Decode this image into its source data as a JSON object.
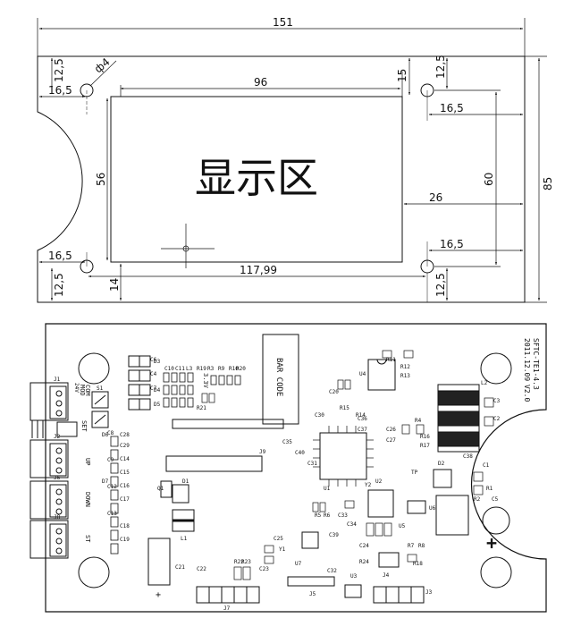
{
  "drawing": {
    "dims": {
      "width_151": "151",
      "height_85": "85",
      "top_left_125": "12,5",
      "top_left_165": "16,5",
      "hole_d4": "ф4",
      "display_96": "96",
      "display_15": "15",
      "top_right_125": "12,5",
      "top_right_165": "16,5",
      "display_56": "56",
      "display_26": "26",
      "hole_60": "60",
      "bottom_right_165": "16,5",
      "bottom_left_165": "16,5",
      "hole_11799": "117,99",
      "bottom_left_125": "12,5",
      "bottom_left_14": "14",
      "bottom_right_125": "12,5"
    },
    "display_label": "显示区"
  },
  "pcb": {
    "title": "SFTC-TE1-4.3",
    "date": "2011.12.09",
    "version": "V2.0",
    "barcode": "BAR CODE",
    "labels": {
      "modbus": "MOD",
      "com": "COM",
      "set": "SET",
      "up": "UP",
      "down": "DOWN",
      "st": "ST",
      "v24": "24V",
      "v33": "3.3V",
      "j1": "J1",
      "j2": "J2",
      "j3": "J3",
      "j4": "J4",
      "j5": "J5",
      "j6": "J6",
      "j7": "J7",
      "j8": "J8",
      "j9": "J9",
      "u1": "U1",
      "u2": "U2",
      "u3": "U3",
      "u4": "U4",
      "u5": "U5",
      "u6": "U6",
      "u7": "U7",
      "y1": "Y1",
      "y2": "Y2",
      "c35": "C35",
      "c31": "C31",
      "c30": "C30",
      "c20": "C20",
      "c33": "C33",
      "c34": "C34",
      "c26": "C26",
      "c27": "C27",
      "c21": "C21",
      "c22": "C22",
      "r1": "R1",
      "r2": "R2",
      "r3": "R3",
      "r9": "R9",
      "d3": "D3",
      "d4": "D4",
      "d5": "D5",
      "l1": "L1",
      "l2": "L2",
      "q1": "Q1",
      "s1": "S1",
      "plus": "+",
      "plus_big": "+",
      "c28": "C28",
      "c29": "C29",
      "d1": "D1",
      "l3": "L3",
      "tp": "TP",
      "c25": "C25",
      "r22": "R22",
      "r4": "R4",
      "c24": "C24",
      "c5": "C5",
      "c10": "C10",
      "c11": "C11",
      "c6": "C6",
      "c4": "C4",
      "c3": "C3",
      "c2": "C2",
      "c1": "C1",
      "r10": "R10",
      "r11": "R11",
      "r15": "R15",
      "c32": "C32",
      "c23": "C23",
      "c8": "C8",
      "c9": "C9",
      "r5": "R5",
      "r6": "R6",
      "r7": "R7",
      "r8": "R8",
      "c12": "C12",
      "c13": "C13",
      "r12": "R12",
      "r13": "R13",
      "r14": "R14",
      "r16": "R16",
      "r17": "R17",
      "r18": "R18",
      "r19": "R19",
      "r20": "R20",
      "r21": "R21",
      "c14": "C14",
      "c15": "C15",
      "c16": "C16",
      "c17": "C17",
      "c18": "C18",
      "c19": "C19",
      "d2": "D2",
      "c7": "C7",
      "r23": "R23",
      "r24": "R24",
      "c36": "C36",
      "c37": "C37",
      "c38": "C38",
      "c39": "C39",
      "c40": "C40",
      "d6": "D6",
      "d7": "D7"
    }
  }
}
